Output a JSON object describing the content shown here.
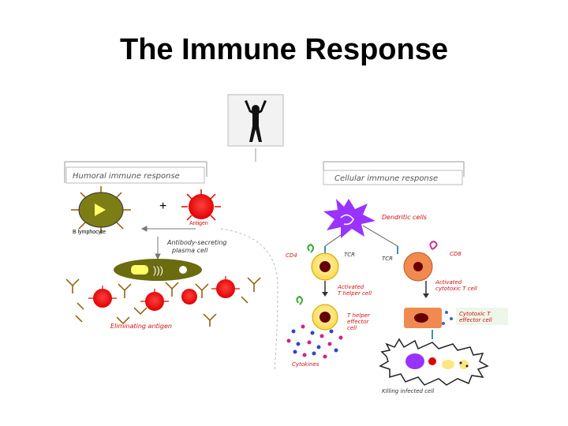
{
  "slide": {
    "title": "The Immune Response"
  },
  "humoral": {
    "heading": "Humoral immune response",
    "b_cell": "B lymphocyte",
    "antigen": "Antigen",
    "plus": "+",
    "plasma": "Antibody-secreting plasma cell",
    "plasma_line1": "Antibody-secreting",
    "plasma_line2": "plasma cell",
    "eliminating": "Eliminating antigen"
  },
  "cellular": {
    "heading": "Cellular immune response",
    "dendritic": "Dendritic cells",
    "cd4": "CD4",
    "cd8": "CD8",
    "tcr": "TCR",
    "tcr2": "TCR",
    "helper_line1": "Activated",
    "helper_line2": "T helper cell",
    "cytotoxic_line1": "Activated",
    "cytotoxic_line2": "cytotoxic T cell",
    "effector_line1": "T helper",
    "effector_line2": "effector",
    "effector_line3": "cell",
    "cyt_effector_line1": "Cytotoxic T",
    "cyt_effector_line2": "effector cell",
    "cytokines": "Cytokines",
    "killing": "Killing infected cell"
  },
  "colors": {
    "red_cell": "#ff1a1a",
    "plasma": "#6b6b10",
    "b_cell": "#7d7d16",
    "dendritic": "#9933ff",
    "helper": "#ffe680",
    "cytotoxic": "#f08a50",
    "label_red": "#d01010"
  }
}
